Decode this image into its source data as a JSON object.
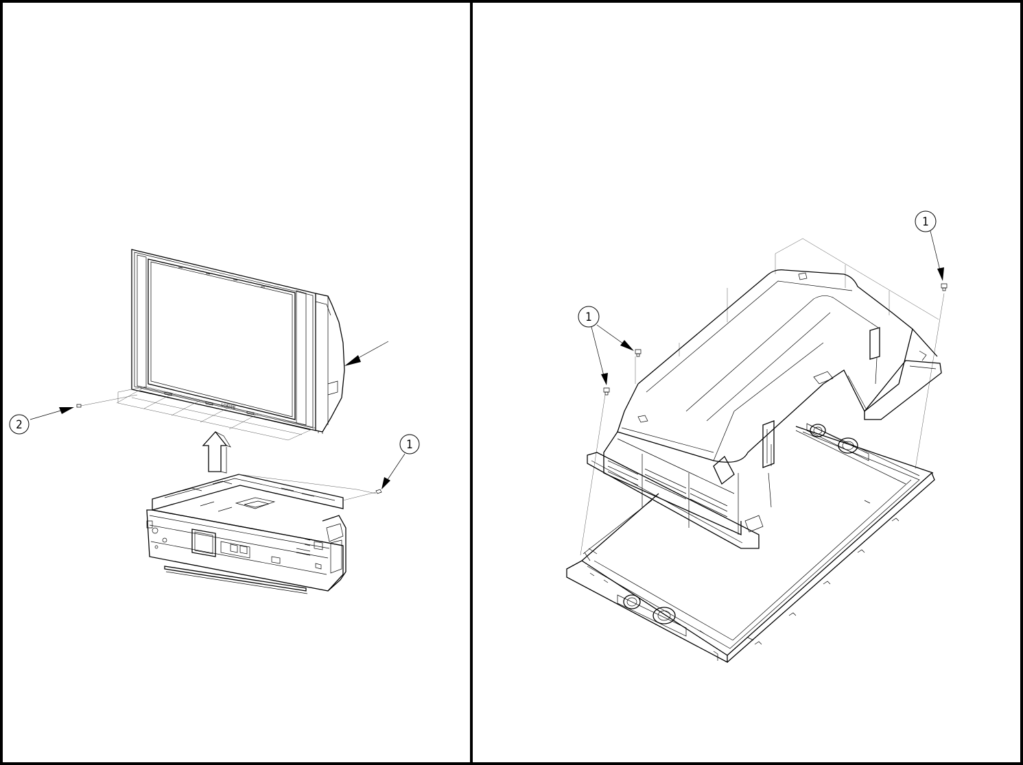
{
  "callouts": {
    "left_one": "1",
    "left_two": "2",
    "right_one_a": "1",
    "right_one_b": "1"
  },
  "tv_brand_badge": "LOEWE"
}
